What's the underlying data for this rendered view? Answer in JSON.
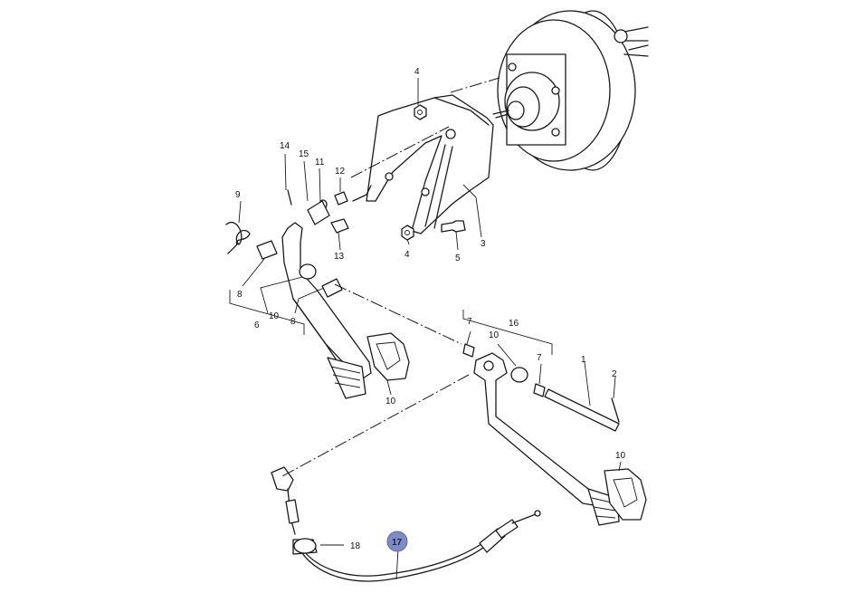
{
  "callouts": [
    {
      "id": "c1",
      "text": "1"
    },
    {
      "id": "c2",
      "text": "2"
    },
    {
      "id": "c3",
      "text": "3"
    },
    {
      "id": "c4a",
      "text": "4"
    },
    {
      "id": "c4b",
      "text": "4"
    },
    {
      "id": "c5",
      "text": "5"
    },
    {
      "id": "c6",
      "text": "6"
    },
    {
      "id": "c7a",
      "text": "7"
    },
    {
      "id": "c7b",
      "text": "7"
    },
    {
      "id": "c8a",
      "text": "8"
    },
    {
      "id": "c8b",
      "text": "8"
    },
    {
      "id": "c9",
      "text": "9"
    },
    {
      "id": "c10a",
      "text": "10"
    },
    {
      "id": "c10b",
      "text": "10"
    },
    {
      "id": "c10c",
      "text": "10"
    },
    {
      "id": "c10d",
      "text": "10"
    },
    {
      "id": "c11",
      "text": "11"
    },
    {
      "id": "c12",
      "text": "12"
    },
    {
      "id": "c13",
      "text": "13"
    },
    {
      "id": "c14",
      "text": "14"
    },
    {
      "id": "c15",
      "text": "15"
    },
    {
      "id": "c16",
      "text": "16"
    },
    {
      "id": "c18",
      "text": "18"
    }
  ],
  "highlight": {
    "text": "17",
    "color": "#7f8bc4"
  }
}
